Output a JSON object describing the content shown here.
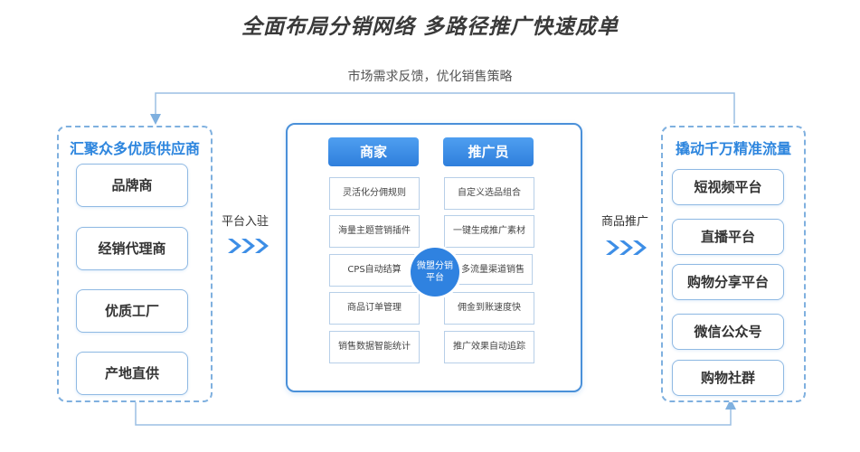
{
  "title": "全面布局分销网络 多路径推广快速成单",
  "feedback": "市场需求反馈，优化销售策略",
  "left_panel": {
    "title": "汇聚众多优质供应商",
    "items": [
      "品牌商",
      "经销代理商",
      "优质工厂",
      "产地直供"
    ]
  },
  "left_arrow_label": "平台入驻",
  "center": {
    "merchant": {
      "title": "商家",
      "items": [
        "灵活化分佣规则",
        "海量主题营销插件",
        "CPS自动结算",
        "商品订单管理",
        "销售数据智能统计"
      ]
    },
    "promoter": {
      "title": "推广员",
      "items": [
        "自定义选品组合",
        "一键生成推广素材",
        "多流量渠道销售",
        "佣金到账速度快",
        "推广效果自动追踪"
      ]
    },
    "hub": "微盟分销平台"
  },
  "right_arrow_label": "商品推广",
  "right_panel": {
    "title": "撬动千万精准流量",
    "items": [
      "短视频平台",
      "直播平台",
      "购物分享平台",
      "微信公众号",
      "购物社群"
    ]
  },
  "colors": {
    "accent": "#2e86de",
    "border": "#7fb0df",
    "button": "#2f7fdc"
  }
}
